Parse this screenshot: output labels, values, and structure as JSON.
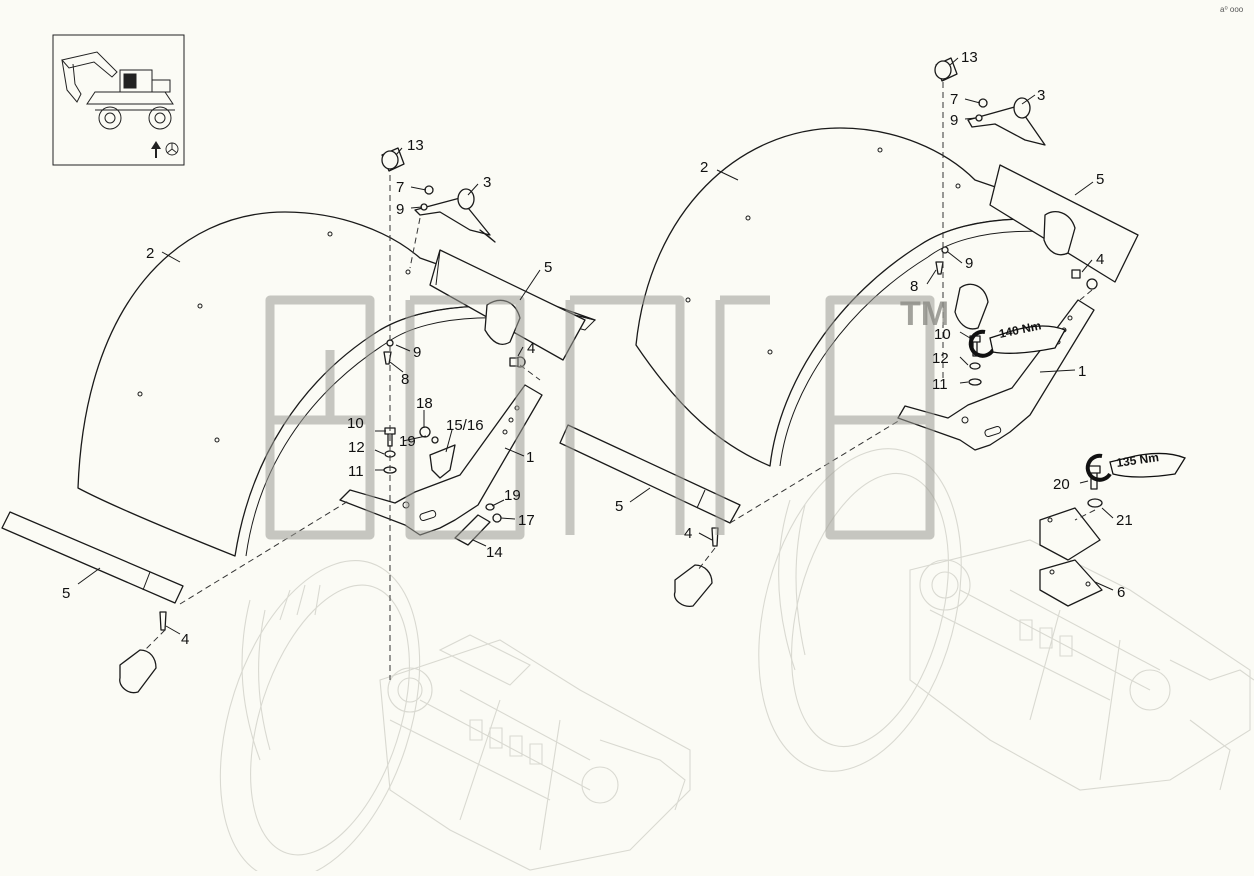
{
  "corner_mark": "a⁰ ooo",
  "watermark": {
    "trademark": "TM"
  },
  "torque": {
    "left": "140 Nm",
    "right": "135 Nm"
  },
  "callouts": {
    "L13": "13",
    "L7": "7",
    "L3": "3",
    "L9a": "9",
    "L2": "2",
    "L5a": "5",
    "L9b": "9",
    "L8": "8",
    "L4a": "4",
    "L18": "18",
    "L10": "10",
    "L1516": "15/16",
    "L19a": "19",
    "L1": "1",
    "L12": "12",
    "L11": "11",
    "L19b": "19",
    "L17": "17",
    "L14": "14",
    "L5b": "5",
    "L4b": "4",
    "R13": "13",
    "R7": "7",
    "R3": "3",
    "R9a": "9",
    "R2": "2",
    "R5a": "5",
    "R9b": "9",
    "R4a": "4",
    "R8": "8",
    "R10": "10",
    "R12": "12",
    "R11": "11",
    "R1": "1",
    "R5b": "5",
    "R4b": "4",
    "R20": "20",
    "R21": "21",
    "R6": "6"
  },
  "icons": [
    "excavator-thumbnail-icon",
    "direction-arrow-icon",
    "mercedes-star-icon",
    "wrench-icon"
  ]
}
